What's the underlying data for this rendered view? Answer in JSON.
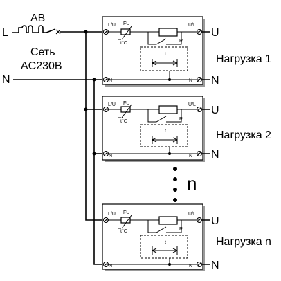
{
  "source": {
    "breaker": "АВ",
    "network": "Сеть",
    "voltage": "AC230B",
    "line": "L",
    "neutral": "N"
  },
  "units": [
    {
      "name": "Нагрузка 1",
      "inLU": "L/U",
      "outUL": "U/L",
      "fuse": "FU",
      "thermo": "t°C",
      "relay": "R",
      "timer": "t",
      "neutral": "N",
      "outU": "U",
      "outN": "N"
    },
    {
      "name": "Нагрузка 2",
      "inLU": "L/U",
      "outUL": "U/L",
      "fuse": "FU",
      "thermo": "t°C",
      "relay": "R",
      "timer": "t",
      "neutral": "N",
      "outU": "U",
      "outN": "N"
    },
    {
      "name": "Нагрузка n",
      "inLU": "L/U",
      "outUL": "U/L",
      "fuse": "FU",
      "thermo": "t°C",
      "relay": "R",
      "timer": "t",
      "neutral": "N",
      "outU": "U",
      "outN": "N"
    }
  ],
  "ellipsis_label": "n"
}
